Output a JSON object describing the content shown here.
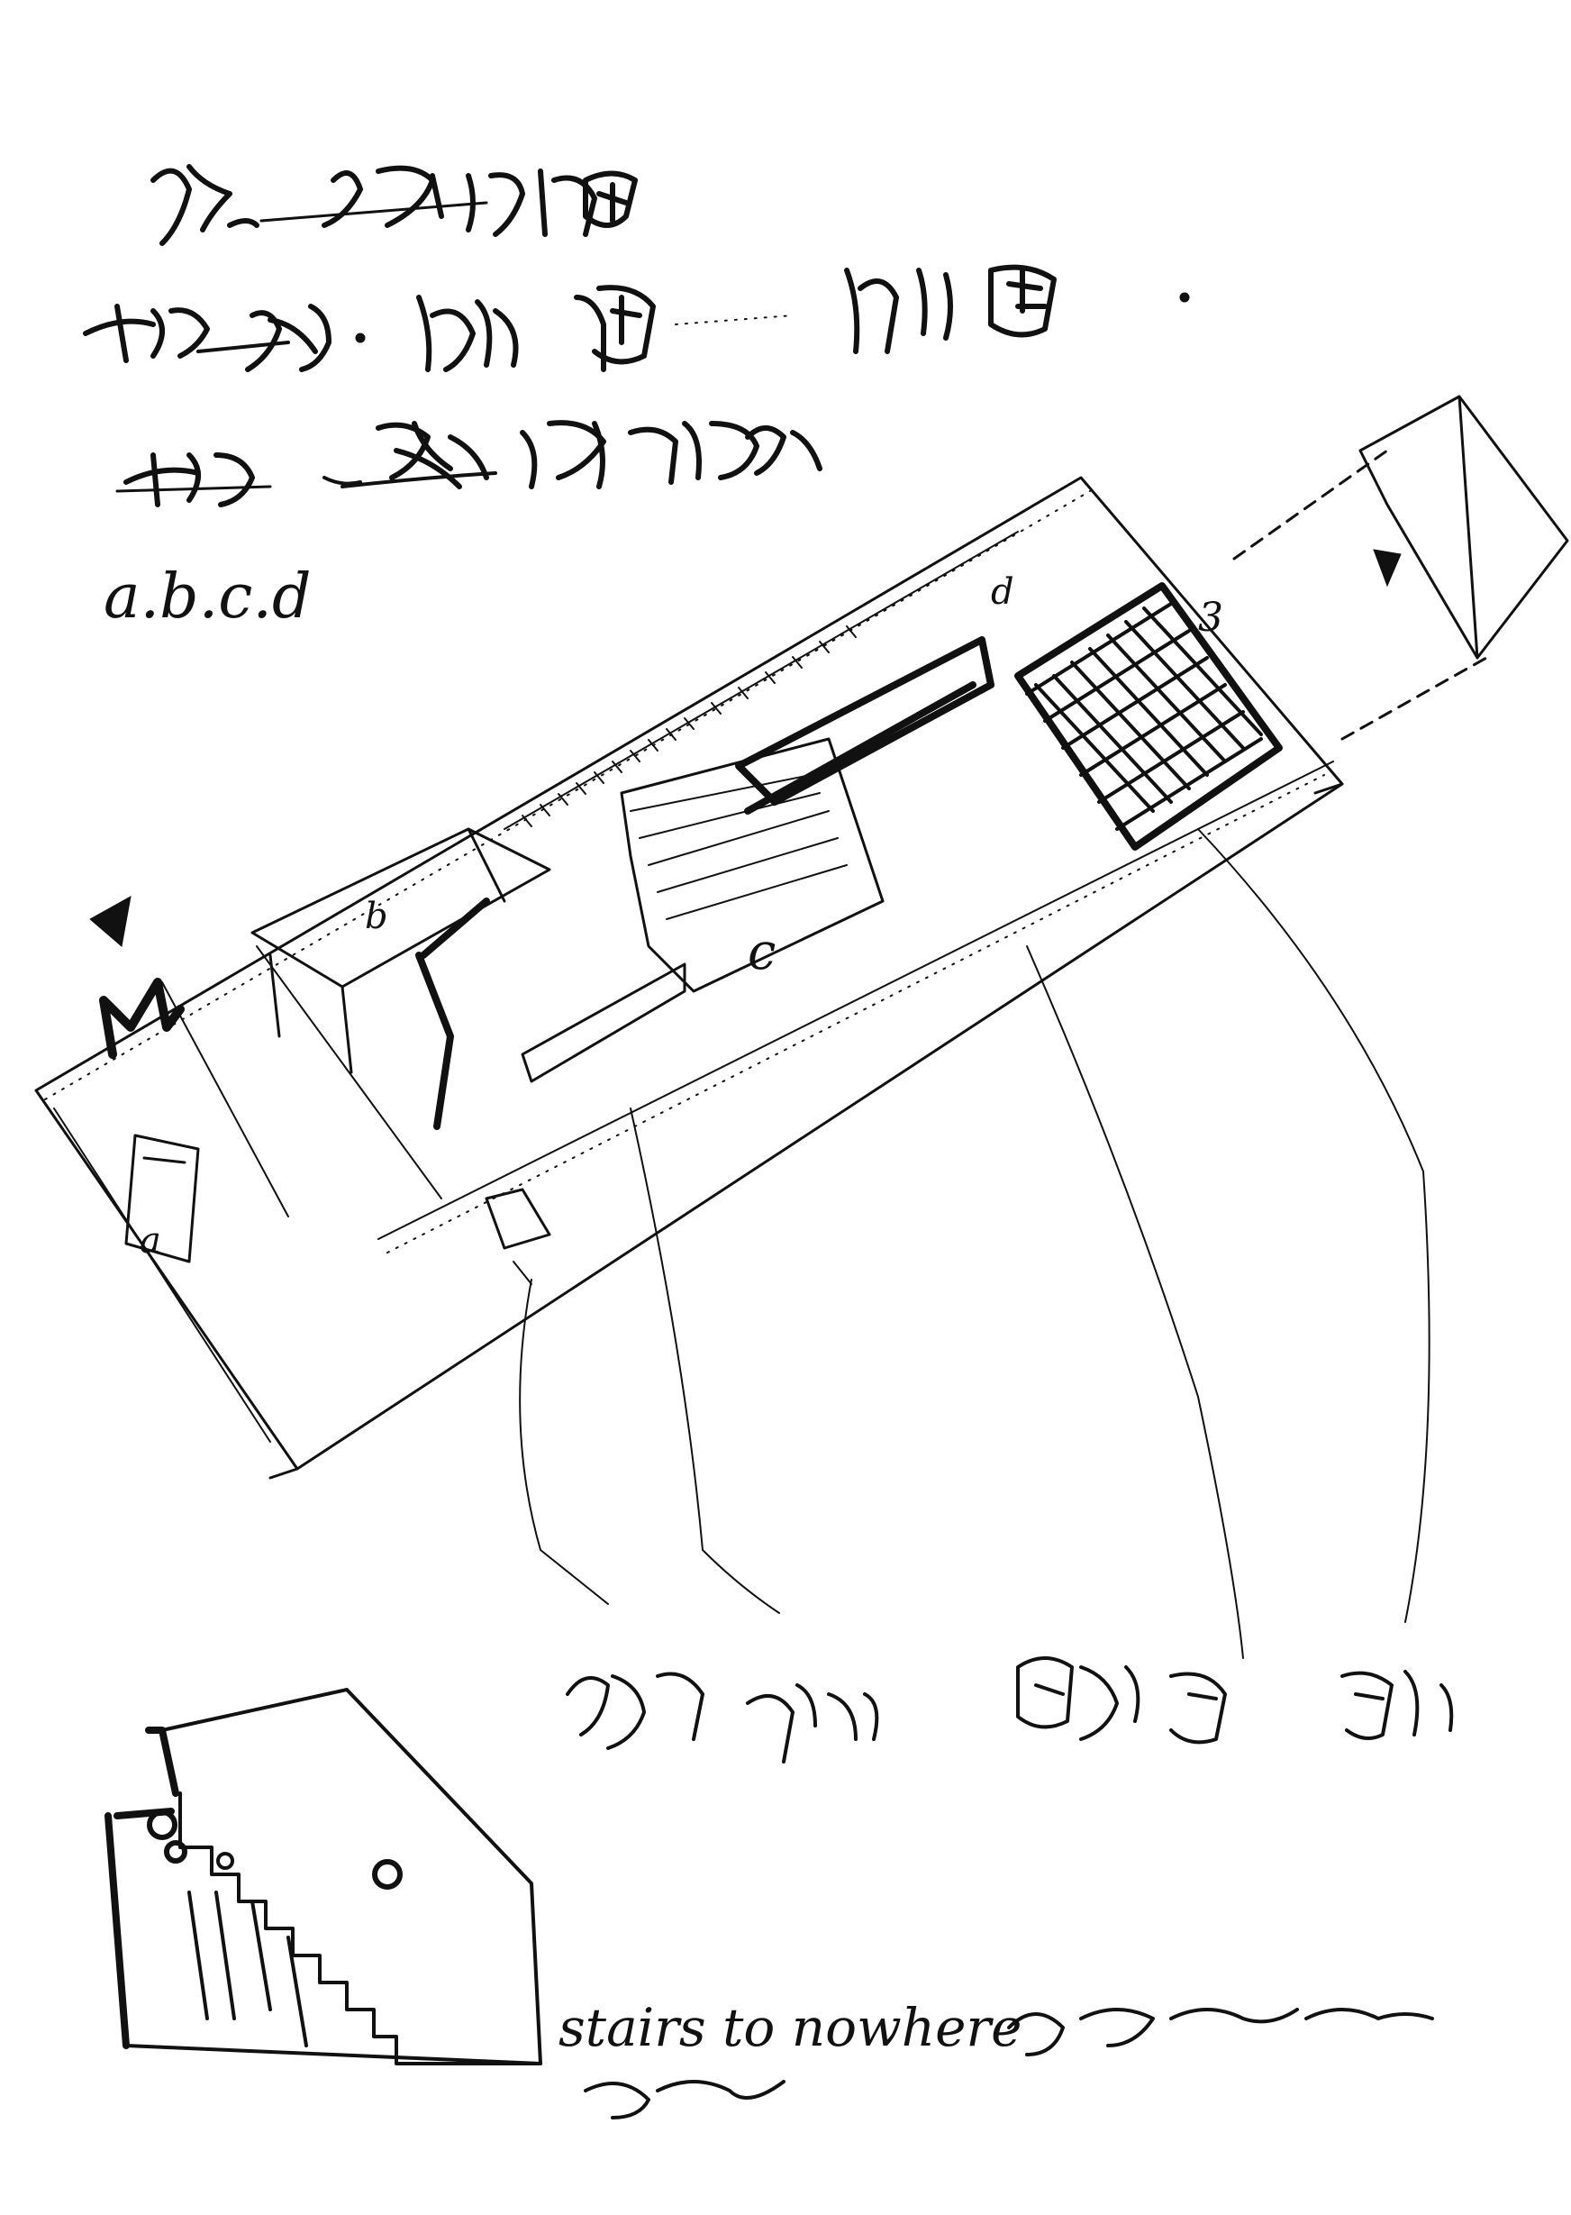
{
  "sketch": {
    "legend_letters": "a.b.c.d",
    "markers": {
      "a": "a",
      "b": "b",
      "c": "c",
      "d": "d",
      "number": "3"
    },
    "caption": "stairs to nowhere"
  }
}
